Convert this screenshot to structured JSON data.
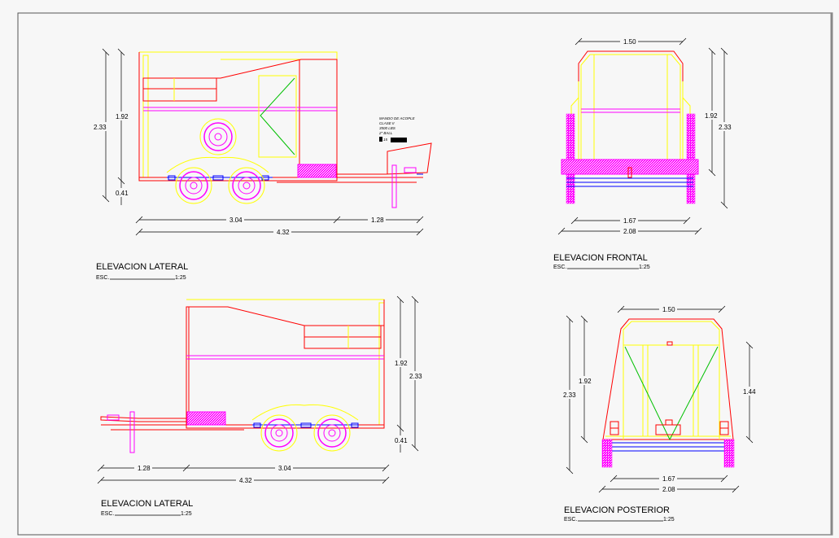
{
  "colors": {
    "frame": "#ff0000",
    "body_outline": "#ffff00",
    "band": "#ff00ff",
    "brace": "#00c000",
    "chassis": "#0000ff",
    "dimension": "#000000"
  },
  "views": {
    "lateral_top": {
      "title": "ELEVACION LATERAL",
      "scale_prefix": "ESC.",
      "scale": "1:25",
      "dims": {
        "height_body": "1.92",
        "height_total": "2.33",
        "ground": "0.41",
        "length_body": "3.04",
        "tongue": "1.28",
        "length_total": "4.32"
      }
    },
    "frontal": {
      "title": "ELEVACION FRONTAL",
      "scale_prefix": "ESC.",
      "scale": "1:25",
      "dims": {
        "top_width": "1.50",
        "height_body": "1.92",
        "height_total": "2.33",
        "axle_width": "1.67",
        "total_width": "2.08"
      }
    },
    "lateral_bottom": {
      "title": "ELEVACION LATERAL",
      "scale_prefix": "ESC.",
      "scale": "1:25",
      "dims": {
        "tongue": "1.28",
        "length_body": "3.04",
        "length_total": "4.32",
        "height_body": "1.92",
        "height_total": "2.33",
        "ground": "0.41"
      }
    },
    "posterior": {
      "title": "ELEVACION POSTERIOR",
      "scale_prefix": "ESC.",
      "scale": "1:25",
      "dims": {
        "top_width": "1.50",
        "height_body": "1.92",
        "height_total": "2.33",
        "door_height": "1.44",
        "axle_width": "1.67",
        "total_width": "2.08"
      }
    }
  },
  "coupler_note": {
    "lines": [
      "MANDO DE ACOPLE",
      "CLASE II",
      "3500 LBS",
      "2\" BALL"
    ],
    "small_label": "15"
  }
}
